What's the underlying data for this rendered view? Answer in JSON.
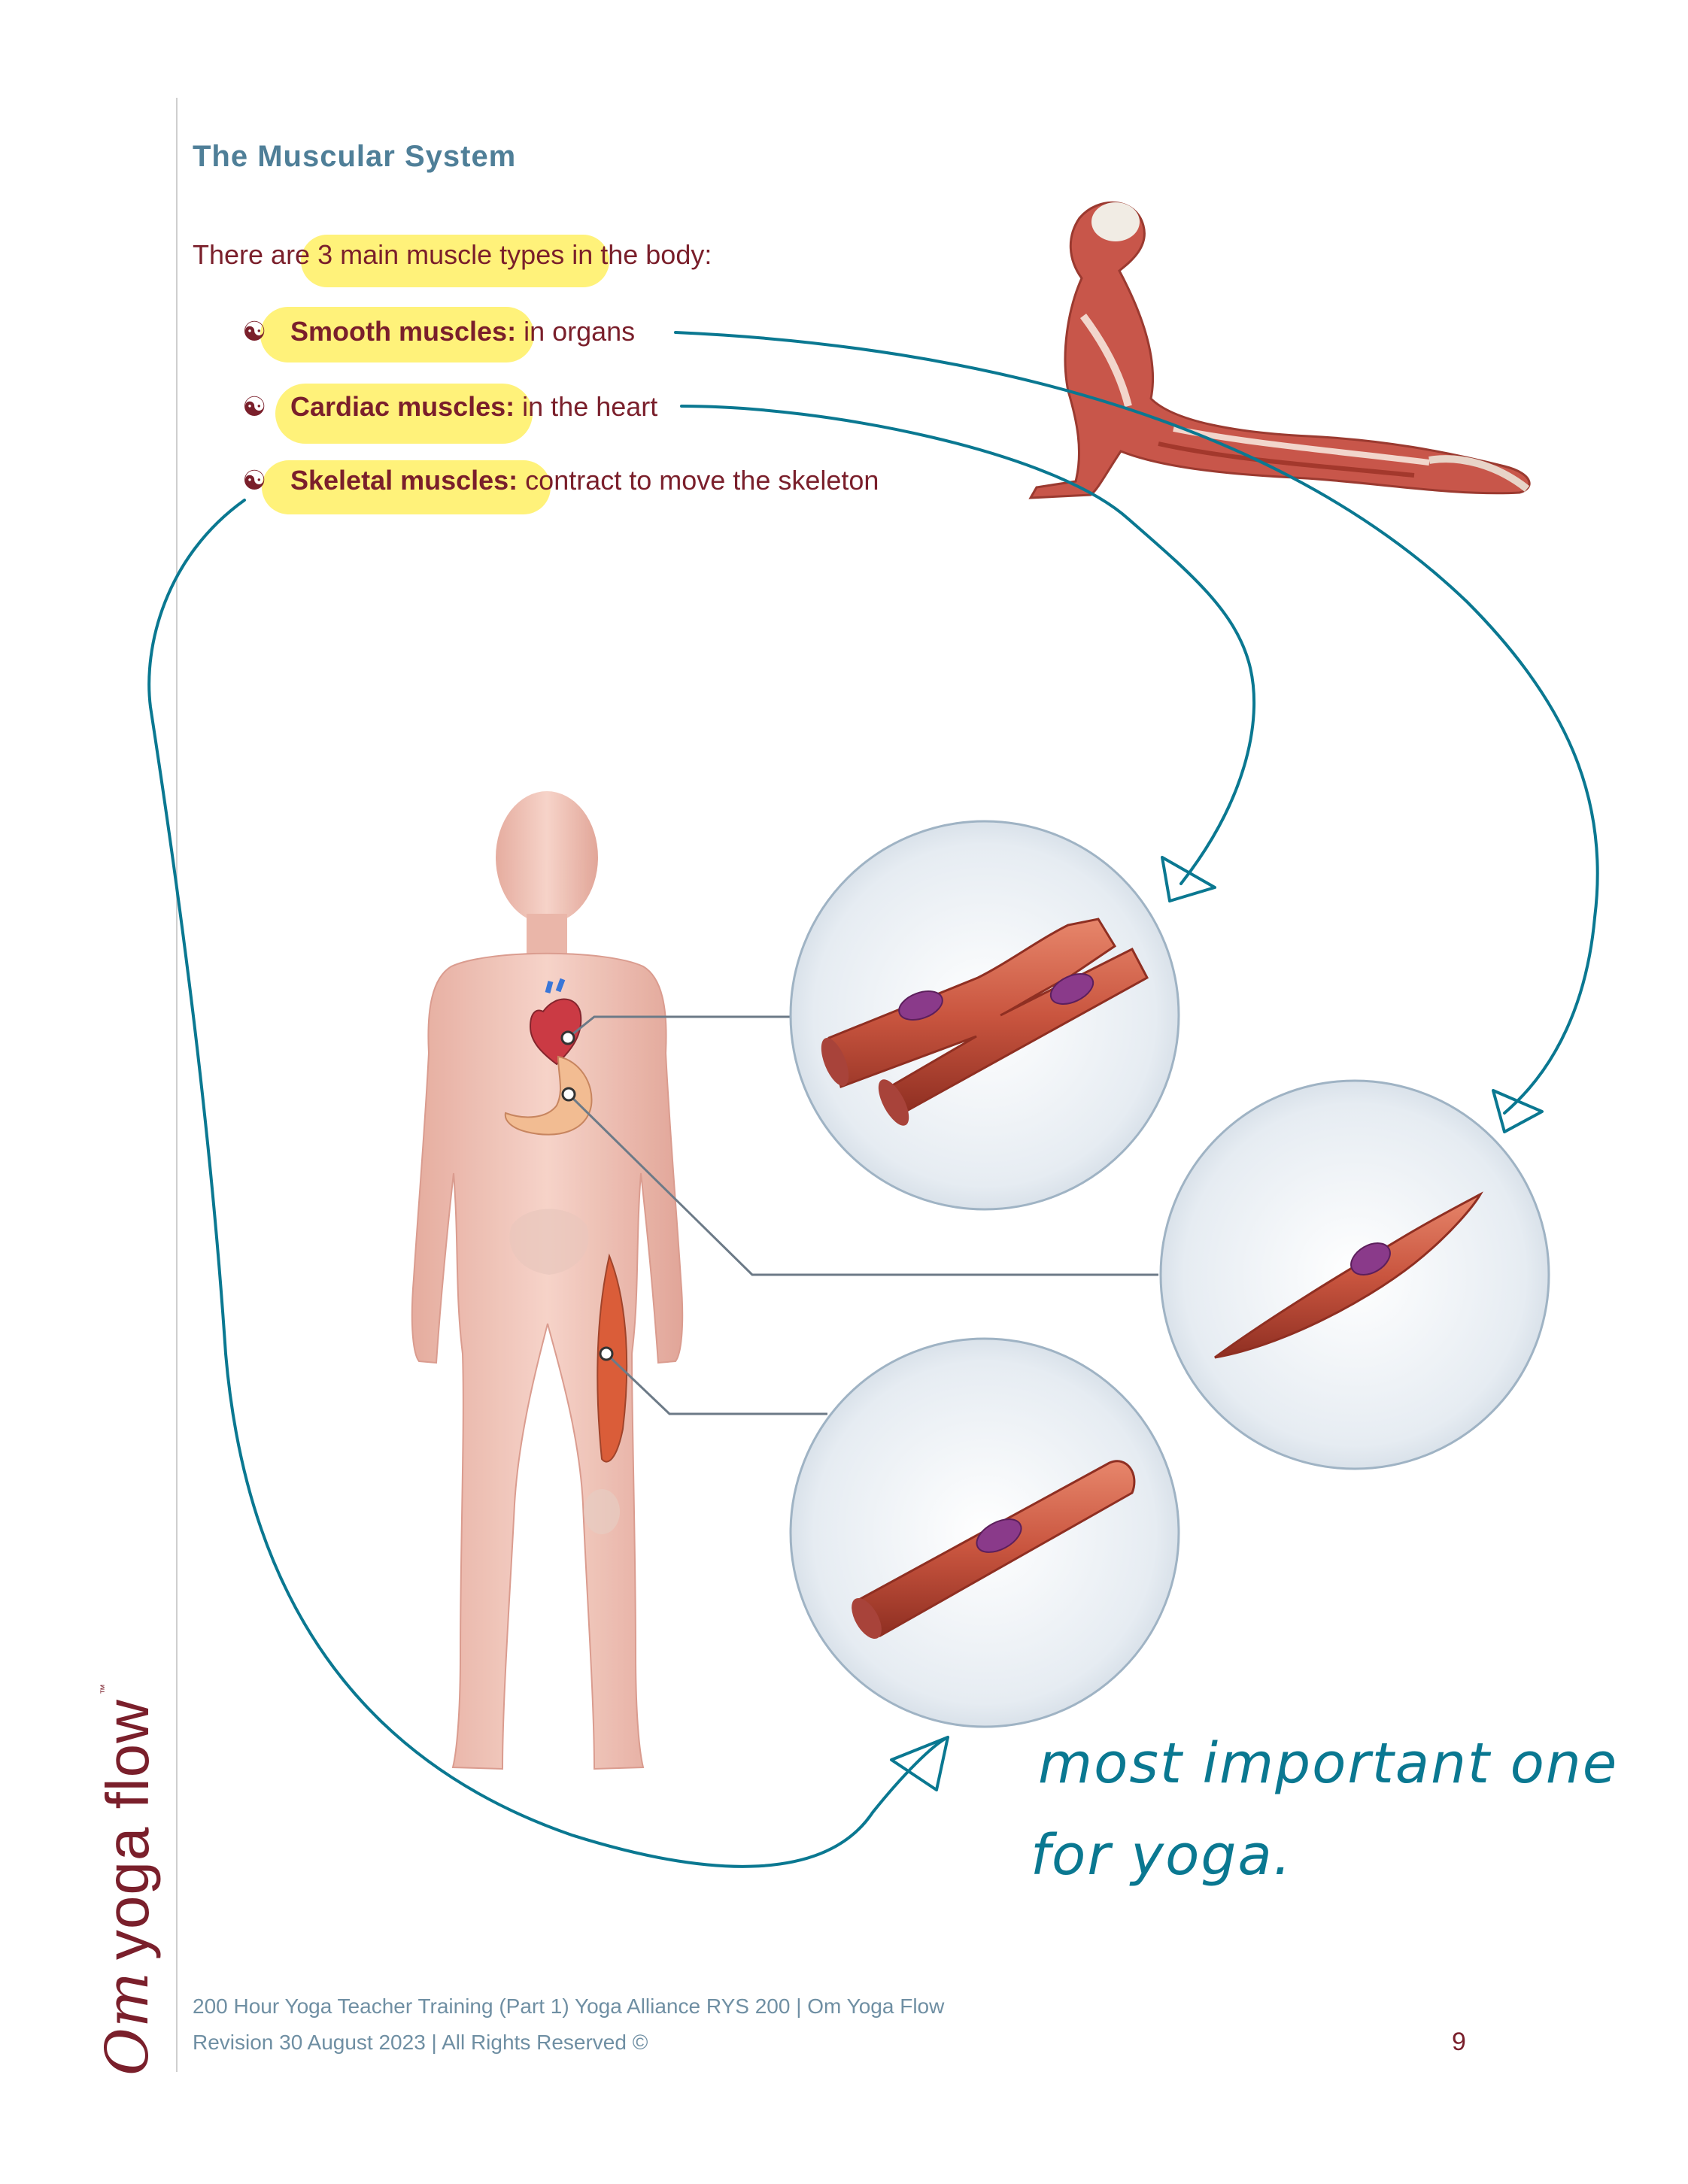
{
  "page": {
    "title": "The Muscular System",
    "intro": "There are 3 main muscle types in the body:",
    "bullets": [
      {
        "icon": "yin-yang-icon",
        "term": "Smooth muscles:",
        "desc": " in organs"
      },
      {
        "icon": "yin-yang-icon",
        "term": "Cardiac muscles:",
        "desc": " in the heart"
      },
      {
        "icon": "yin-yang-icon",
        "term": "Skeletal muscles:",
        "desc": " contract to move the skeleton"
      }
    ],
    "annotation_line1": "most important one",
    "annotation_line2": "for yoga."
  },
  "brand": {
    "om": "Om",
    "name": "yoga flow",
    "tm": "™"
  },
  "footer": {
    "line1": "200 Hour Yoga Teacher Training (Part 1) Yoga Alliance RYS 200 | Om Yoga Flow",
    "line2": "Revision 30 August 2023 | All Rights Reserved ©",
    "page_number": "9"
  },
  "colors": {
    "title": "#4f7f98",
    "body_text": "#7a1f2b",
    "highlight": "#fff27a",
    "ink": "#0a7891",
    "muscle": "#c9553f"
  }
}
